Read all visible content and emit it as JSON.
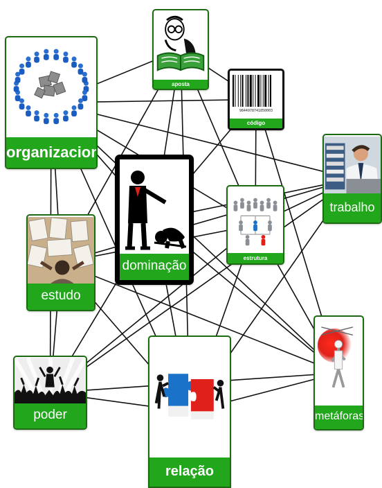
{
  "nodes": {
    "organizacional": {
      "label": "organizacional",
      "icon": "people-puzzle-circle-icon"
    },
    "aposta": {
      "label": "aposta",
      "icon": "man-reading-book-icon"
    },
    "codigo": {
      "label": "código",
      "barcode_number": "9844978741850003",
      "icon": "barcode-icon"
    },
    "trabalho": {
      "label": "trabalho",
      "icon": "stressed-office-worker-icon"
    },
    "dominacao": {
      "label": "dominação",
      "icon": "boss-pointing-at-bowing-man-icon"
    },
    "estrutura": {
      "label": "estrutura",
      "icon": "hierarchy-figures-icon"
    },
    "estudo": {
      "label": "estudo",
      "icon": "student-with-papers-icon"
    },
    "poder": {
      "label": "poder",
      "icon": "crowd-cheering-speaker-icon"
    },
    "relacao": {
      "label": "relação",
      "icon": "two-people-puzzle-pieces-icon"
    },
    "metaforas": {
      "label": "metáforas",
      "icon": "scissors-figure-red-circle-icon"
    }
  },
  "edges": [
    [
      "organizacional",
      "aposta"
    ],
    [
      "organizacional",
      "codigo"
    ],
    [
      "organizacional",
      "trabalho"
    ],
    [
      "organizacional",
      "estrutura"
    ],
    [
      "organizacional",
      "estudo"
    ],
    [
      "organizacional",
      "poder"
    ],
    [
      "organizacional",
      "relacao"
    ],
    [
      "organizacional",
      "metaforas"
    ],
    [
      "organizacional",
      "dominacao"
    ],
    [
      "aposta",
      "dominacao"
    ],
    [
      "aposta",
      "estrutura"
    ],
    [
      "aposta",
      "estudo"
    ],
    [
      "aposta",
      "relacao"
    ],
    [
      "aposta",
      "codigo"
    ],
    [
      "codigo",
      "estrutura"
    ],
    [
      "codigo",
      "metaforas"
    ],
    [
      "codigo",
      "dominacao"
    ],
    [
      "trabalho",
      "estrutura"
    ],
    [
      "trabalho",
      "dominacao"
    ],
    [
      "trabalho",
      "poder"
    ],
    [
      "trabalho",
      "relacao"
    ],
    [
      "trabalho",
      "estudo"
    ],
    [
      "estrutura",
      "estudo"
    ],
    [
      "estrutura",
      "poder"
    ],
    [
      "estrutura",
      "relacao"
    ],
    [
      "estrutura",
      "metaforas"
    ],
    [
      "dominacao",
      "poder"
    ],
    [
      "dominacao",
      "metaforas"
    ],
    [
      "dominacao",
      "relacao"
    ],
    [
      "estudo",
      "relacao"
    ],
    [
      "estudo",
      "metaforas"
    ],
    [
      "estudo",
      "poder"
    ],
    [
      "poder",
      "relacao"
    ],
    [
      "poder",
      "metaforas"
    ],
    [
      "relacao",
      "metaforas"
    ]
  ],
  "colors": {
    "label_green": "#22a71c",
    "border_green": "#1c6b12",
    "accent_red": "#e0201a",
    "accent_blue": "#1a73c8"
  }
}
